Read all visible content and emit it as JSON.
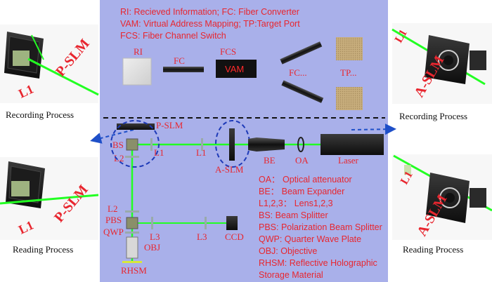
{
  "legend_top": [
    "RI: Recieved Information; FC: Fiber Converter",
    "VAM: Virtual Address Mapping; TP:Target Port",
    "FCS: Fiber Channel Switch"
  ],
  "network": {
    "ri": "RI",
    "fc": "FC",
    "fcs": "FCS",
    "vam": "VAM",
    "fc_more": "FC...",
    "tp_more": "TP..."
  },
  "optics": {
    "p_slm": "P-SLM",
    "bs": "BS",
    "l2_top": "L2",
    "l1_left": "L1",
    "l1_right": "L1",
    "a_slm": "A-SLM",
    "be": "BE",
    "oa": "OA",
    "laser": "Laser",
    "l2_bottom": "L2",
    "pbs": "PBS",
    "qwp": "QWP",
    "l3_left": "L3",
    "l3_right": "L3",
    "ccd": "CCD",
    "obj": "OBJ",
    "rhsm": "RHSM"
  },
  "legend_bottom": [
    "OA： Optical attenuator",
    "BE： Beam Expander",
    "L1,2,3： Lens1,2,3",
    "BS: Beam Splitter",
    "PBS: Polarization Beam Splitter",
    "QWP: Quarter Wave Plate",
    "OBJ: Objective",
    "RHSM: Reflective Holographic",
    "Storage Material"
  ],
  "side": {
    "left_top_label": "P-SLM",
    "left_top_l1": "L1",
    "left_bottom_label": "P-SLM",
    "left_bottom_l1": "L1",
    "right_top_label": "A-SLM",
    "right_top_l1": "L1",
    "right_bottom_label": "A-SLM",
    "right_bottom_l1": "L1",
    "cap_left_top": "Recording Process",
    "cap_left_bottom": "Reading Process",
    "cap_right_top": "Recording Process",
    "cap_right_bottom": "Reading Process"
  },
  "colors": {
    "panel": "#a9b0ea",
    "label_red": "#e8262f",
    "beam_green": "#22ff22",
    "arrow_blue": "#1e4fc8"
  }
}
